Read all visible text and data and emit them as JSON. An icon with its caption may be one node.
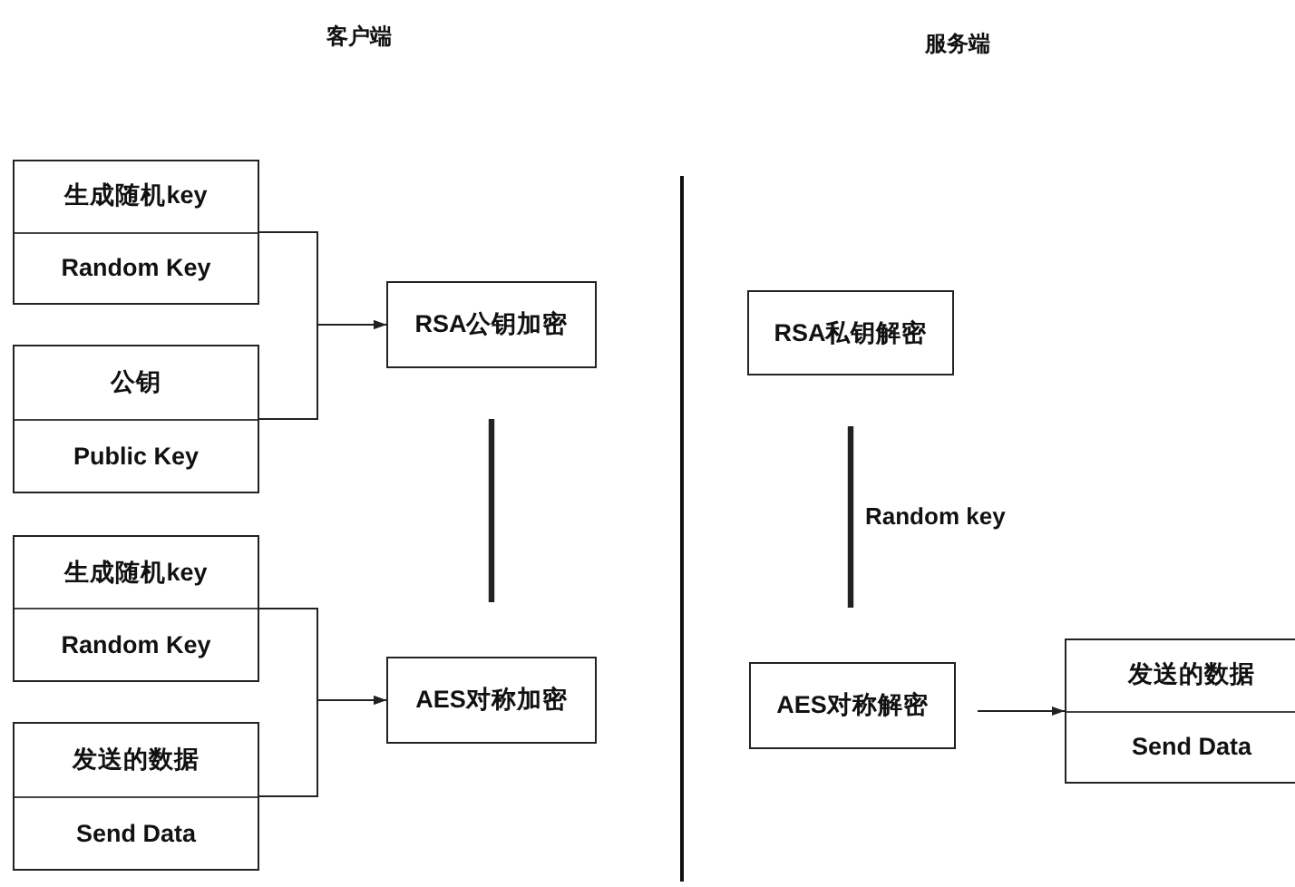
{
  "diagram": {
    "nodes": [
      {
        "text": [
          "生成随机key",
          "Random Key"
        ]
      },
      {
        "text": [
          "公钥",
          "Public Key"
        ]
      },
      {
        "text": [
          "RSA公钥加密"
        ]
      },
      {
        "text": [
          "生成随机key",
          "Random Key"
        ]
      },
      {
        "text": [
          "发送的数据",
          "Send Data"
        ]
      },
      {
        "text": [
          "AES对称加密"
        ]
      },
      {
        "text": [
          "RSA私钥解密"
        ]
      },
      {
        "text": [
          "AES对称解密"
        ]
      },
      {
        "text": [
          "发送的数据",
          "Send Data"
        ]
      }
    ],
    "edges": [
      {
        "from": 0,
        "to": 2,
        "arrow": "to"
      },
      {
        "from": 1,
        "to": 2,
        "arrow": "to"
      },
      {
        "from": 2,
        "to": 5,
        "arrow": "none",
        "style": "thick"
      },
      {
        "from": 3,
        "to": 5,
        "arrow": "to"
      },
      {
        "from": 4,
        "to": 5,
        "arrow": "to"
      },
      {
        "from": 6,
        "to": 7,
        "arrow": "none",
        "label": "Random key",
        "style": "thick"
      },
      {
        "from": 7,
        "to": 8,
        "arrow": "to"
      }
    ],
    "labels": [
      "客户端",
      "服务端"
    ]
  }
}
